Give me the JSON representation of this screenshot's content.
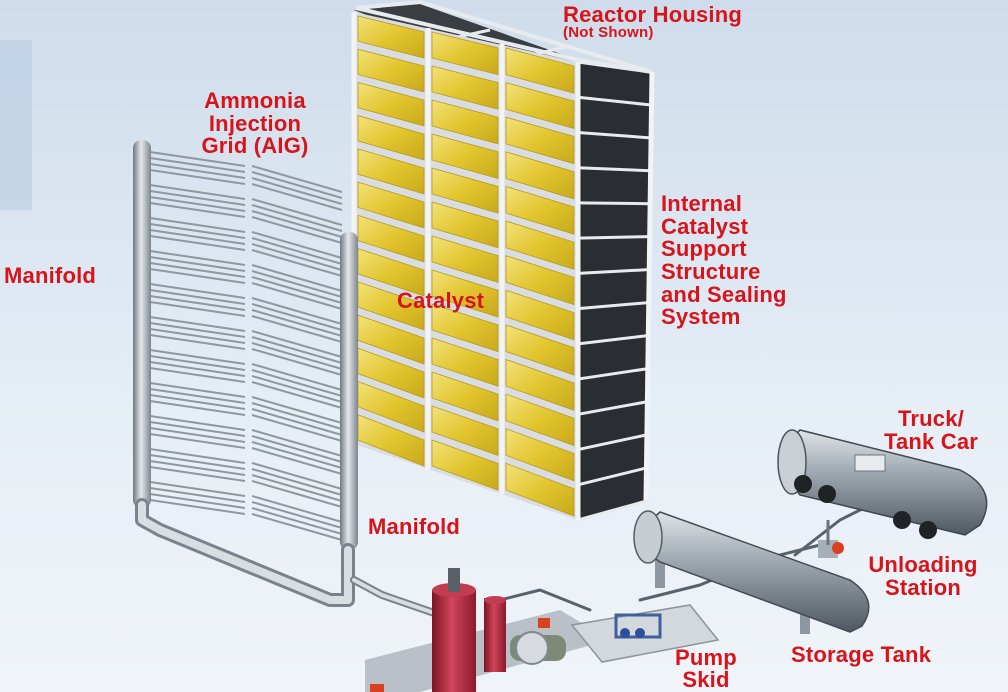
{
  "diagram": {
    "labels": {
      "reactor_housing": "Reactor Housing",
      "not_shown": "(Not Shown)",
      "aig": "Ammonia\nInjection\nGrid (AIG)",
      "internal_support": "Internal\nCatalyst\nSupport\nStructure\nand Sealing\nSystem",
      "manifold_left": "Manifold",
      "catalyst": "Catalyst",
      "manifold_bottom": "Manifold",
      "truck": "Truck/\nTank Car",
      "unloading": "Unloading\nStation",
      "storage": "Storage Tank",
      "pump": "Pump\nSkid"
    },
    "colors": {
      "label": "#d8141b",
      "catalyst_fill": "#e9d23e",
      "frame": "#e9ecef",
      "pipe": "#9aa3ab",
      "tank": "#7d8790",
      "pump_vessel": "#b42838"
    }
  }
}
